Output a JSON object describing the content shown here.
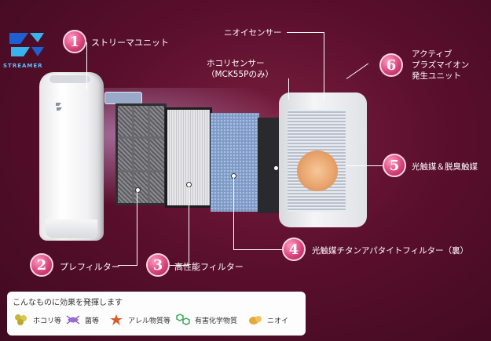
{
  "logo": {
    "word": "STREAMER",
    "colors": [
      "#1e5fd1",
      "#37b4f0"
    ]
  },
  "steps": [
    {
      "num": "1",
      "label": "ストリーマユニット"
    },
    {
      "num": "2",
      "label": "プレフィルター"
    },
    {
      "num": "3",
      "label": "高性能フィルター"
    },
    {
      "num": "4",
      "label": "光触媒チタンアパタイトフィルター（裏）"
    },
    {
      "num": "5",
      "label": "光触媒＆脱臭触媒"
    },
    {
      "num": "6",
      "label_lines": [
        "アクティブ",
        "プラズマイオン",
        "発生ユニット"
      ]
    }
  ],
  "sensors": {
    "odor": "ニオイセンサー",
    "dust": "ホコリセンサー",
    "dust_note": "（MCK55Pのみ）"
  },
  "effects": {
    "title": "こんなものに効果を発揮します",
    "items": [
      {
        "icon": "dust-icon",
        "label": "ホコリ等"
      },
      {
        "icon": "bacteria-icon",
        "label": "菌等"
      },
      {
        "icon": "allergen-icon",
        "label": "アレル物質等"
      },
      {
        "icon": "chemical-icon",
        "label": "有害化学物質"
      },
      {
        "icon": "odor-icon",
        "label": "ニオイ"
      }
    ]
  },
  "colors": {
    "background": "#5a0f2c",
    "badge": "#d9467d"
  }
}
